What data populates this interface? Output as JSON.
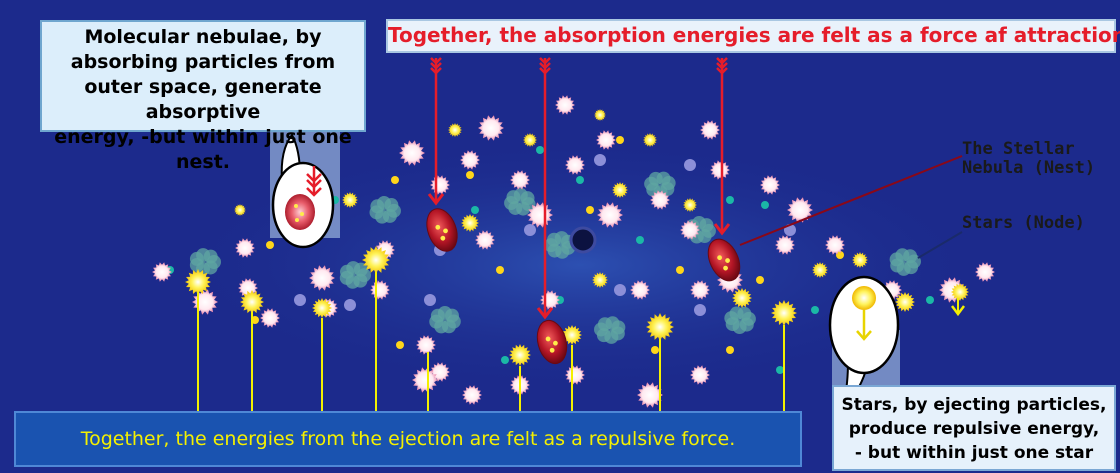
{
  "labels": {
    "molecular_nebulae": [
      "Molecular nebulae, by",
      "absorbing particles from",
      "outer space, generate absorptive",
      "energy, -but within just one nest."
    ],
    "attraction_caption": "Together, the absorption energies are felt as a force af attraction.",
    "repulsion_caption": "Together, the energies from the ejection are felt as a repulsive force.",
    "stars_explanation": [
      "Stars, by ejecting particles,",
      "produce repulsive energy,",
      "- but within just one star"
    ],
    "stellar_nebula_tag": [
      "The Stellar",
      "Nebula (Nest)"
    ],
    "stars_node_tag": "Stars (Node)"
  },
  "colors": {
    "background": "#1c2a8c",
    "absorption_arrow": "#e51d2a",
    "ejection_arrow": "#f4f000",
    "nebula_nest": "#c0222e",
    "star_node": "#fff04a",
    "white_star": "#ffffff",
    "teal_dust": "#5fa6a2",
    "cyan_particle": "#1bb8a6"
  }
}
